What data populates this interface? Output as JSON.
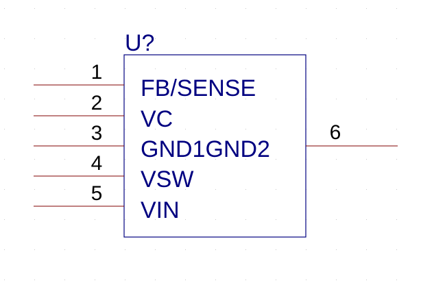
{
  "component": {
    "designator": "U?",
    "pins_left": [
      {
        "number": "1",
        "name": "FB/SENSE"
      },
      {
        "number": "2",
        "name": "VC"
      },
      {
        "number": "3",
        "name": "GND1GND2"
      },
      {
        "number": "4",
        "name": "VSW"
      },
      {
        "number": "5",
        "name": "VIN"
      }
    ],
    "pins_right": [
      {
        "number": "6"
      }
    ]
  },
  "colors": {
    "background": "#ffffff",
    "grid_dot": "#c8c8c8",
    "body_outline": "#000080",
    "pin_line": "#800000",
    "text_pin_number": "#000000",
    "text_pin_name": "#000080",
    "text_designator": "#000080"
  }
}
